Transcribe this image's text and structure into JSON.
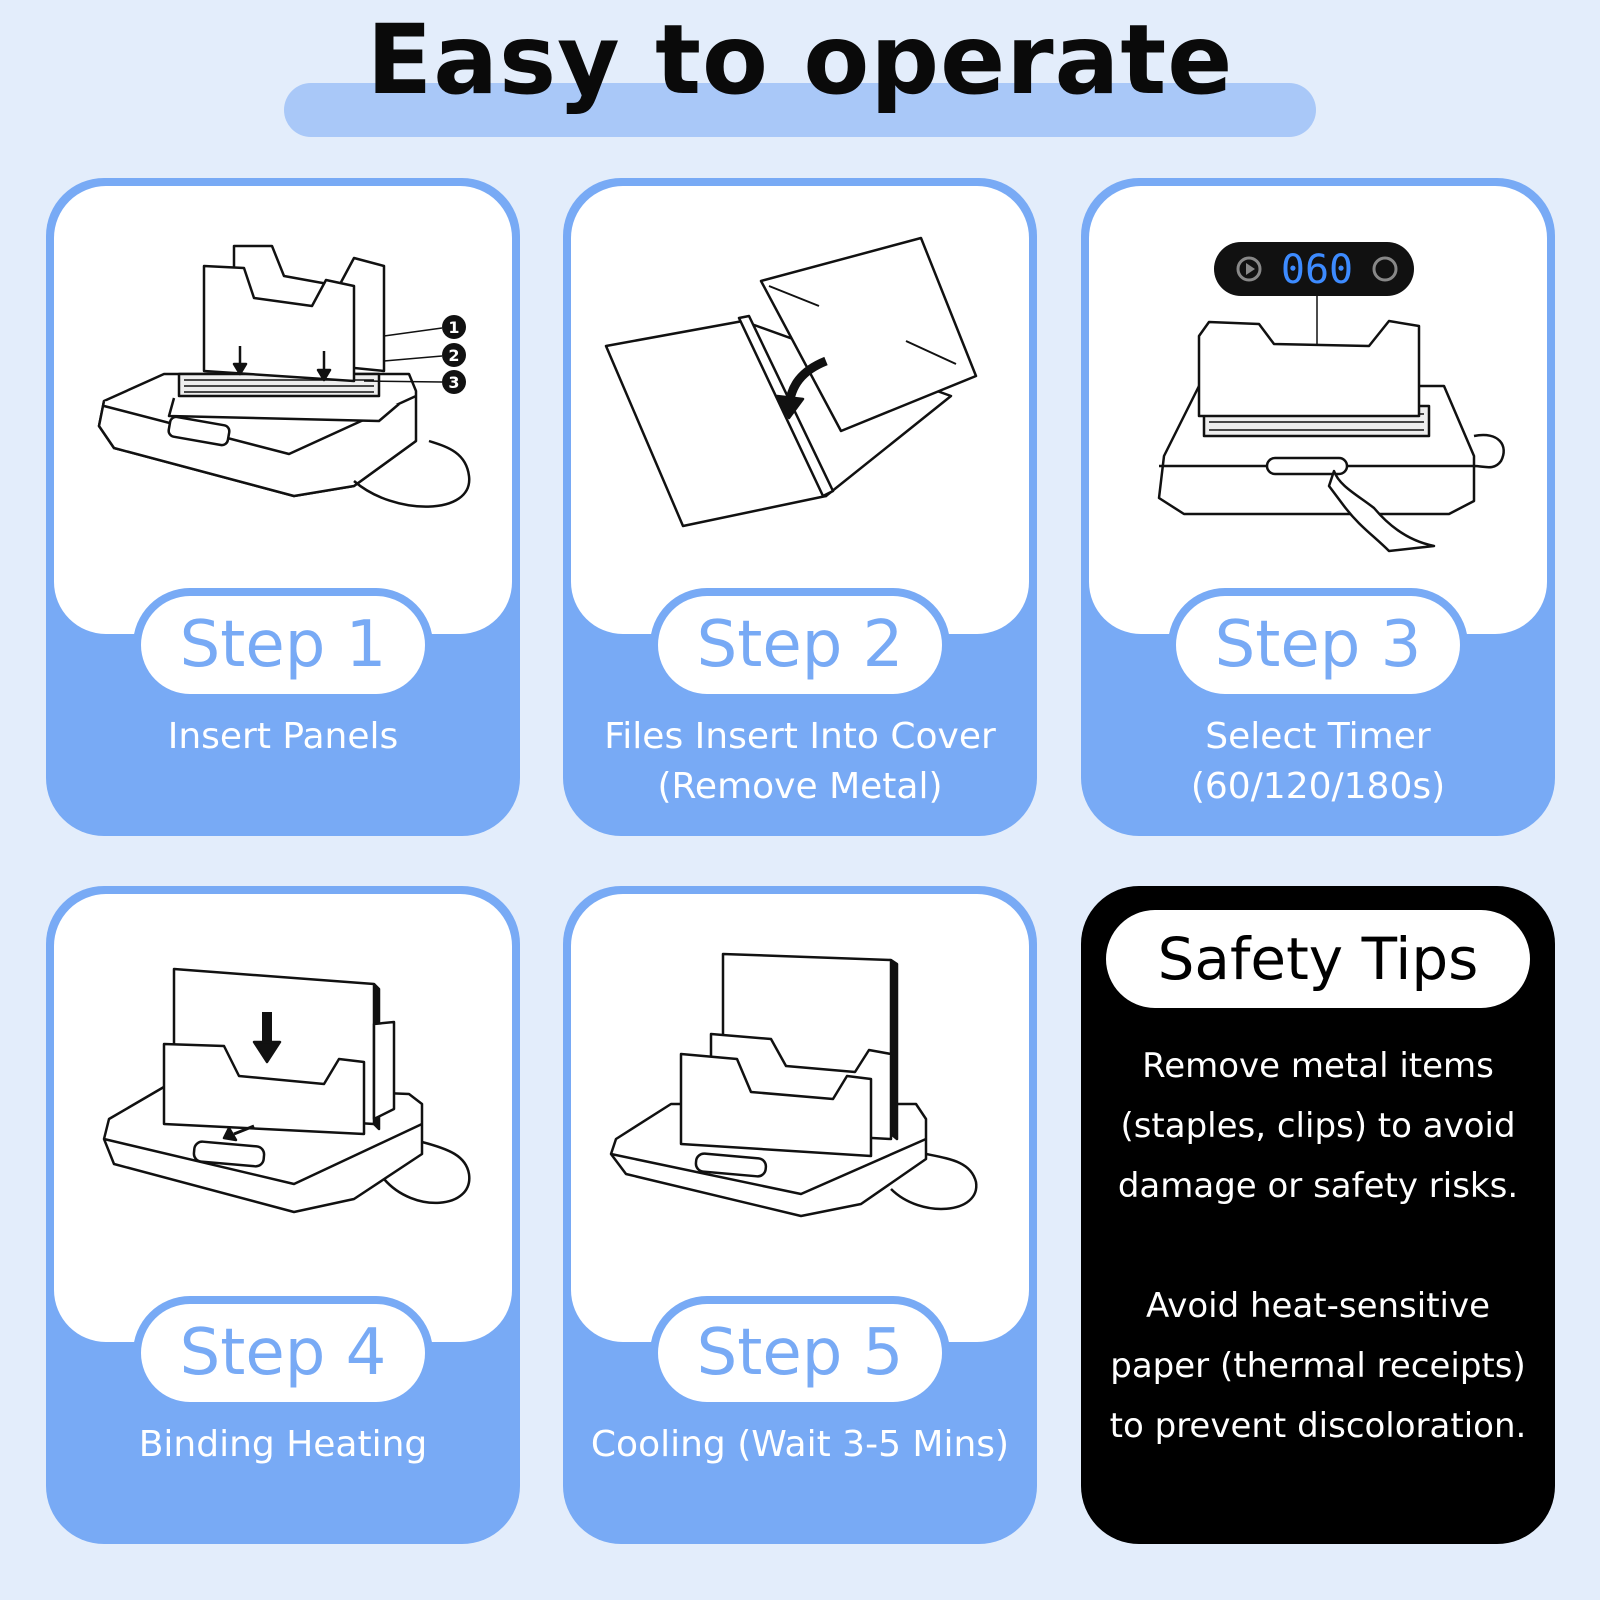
{
  "title": "Easy to operate",
  "colors": {
    "accent": "#78aaf5",
    "background": "#e3edfb",
    "title_bar": "#a9c8f8",
    "tips_bg": "#000000"
  },
  "steps": [
    {
      "label": "Step 1",
      "desc": [
        "Insert Panels"
      ],
      "icon": "binder-insert-panels-icon"
    },
    {
      "label": "Step 2",
      "desc": [
        "Files Insert Into Cover",
        "(Remove Metal)"
      ],
      "icon": "file-cover-icon"
    },
    {
      "label": "Step 3",
      "desc": [
        "Select Timer",
        "(60/120/180s)"
      ],
      "icon": "timer-press-icon",
      "display": "060"
    },
    {
      "label": "Step 4",
      "desc": [
        "Binding Heating"
      ],
      "icon": "binding-heating-icon"
    },
    {
      "label": "Step 5",
      "desc": [
        "Cooling (Wait 3-5 Mins)"
      ],
      "icon": "cooling-icon"
    }
  ],
  "callouts": [
    "1",
    "2",
    "3"
  ],
  "safety": {
    "title": "Safety Tips",
    "tip1": [
      "Remove metal items",
      "(staples, clips) to avoid",
      "damage or safety risks."
    ],
    "tip2": [
      "Avoid heat-sensitive",
      "paper (thermal receipts)",
      "to prevent discoloration."
    ]
  }
}
